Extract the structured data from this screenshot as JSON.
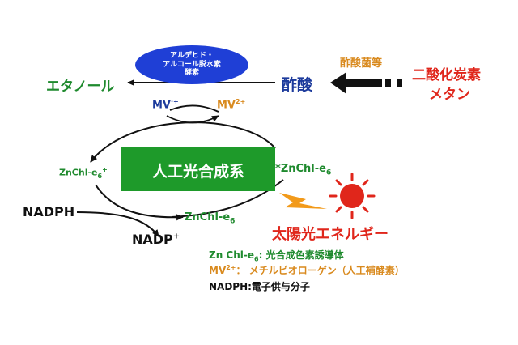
{
  "enzyme": {
    "line1": "アルデヒド・",
    "line2": "アルコール脱水素",
    "line3": "酵素"
  },
  "ethanol": "エタノール",
  "acetic_acid": "酢酸",
  "acetic_bacteria": "酢酸菌等",
  "co2": "二酸化炭素",
  "methane": "メタン",
  "mv_radical": {
    "base": "MV",
    "sup": "·+"
  },
  "mv_dication": {
    "base": "MV",
    "sup": "2+"
  },
  "artificial_photosynthesis": "人工光合成系",
  "zn_cation": {
    "base": "ZnChl-e",
    "sub": "6",
    "sup": "+"
  },
  "zn_excited": {
    "prefix": "*",
    "base": "ZnChl-e",
    "sub": "6"
  },
  "zn_ground": {
    "base": "ZnChl-e",
    "sub": "6"
  },
  "nadph": "NADPH",
  "nadp": {
    "base": "NADP",
    "sup": "+"
  },
  "solar_energy": "太陽光エネルギー",
  "legend": {
    "zn": {
      "base": "Zn Chl-e",
      "sub": "6",
      "rest": ": 光合成色素誘導体"
    },
    "mv": {
      "base": "MV",
      "sup": "2+",
      "rest": "：  メチルビオローゲン（人工補酵素）"
    },
    "nadph": "NADPH:電子供与分子"
  },
  "colors": {
    "green": "#1f8a2e",
    "blue": "#1c3a9c",
    "orange": "#d98a1e",
    "red": "#e0261b",
    "box_green": "#1e9a2a",
    "ellipse_blue": "#1f3fd6",
    "black": "#111111"
  }
}
